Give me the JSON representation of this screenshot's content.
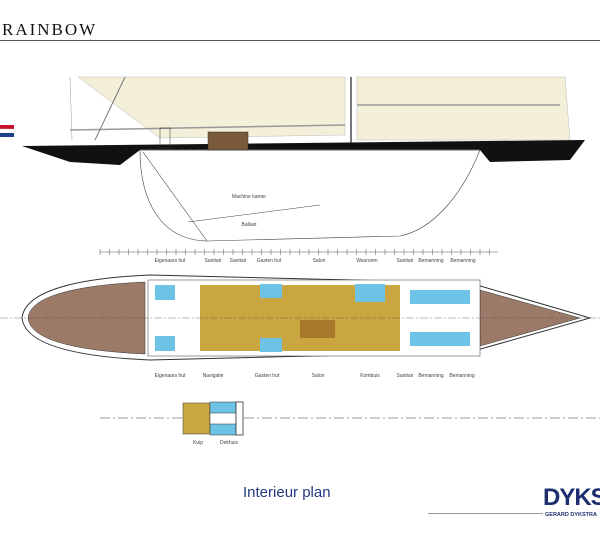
{
  "title": "RAINBOW",
  "profile_labels": {
    "engine_room": "Machine kamer",
    "ballast": "Ballast"
  },
  "upper_labels": [
    "Eigenaars hut",
    "Sanitair",
    "Sanitair",
    "Gasten hut",
    "Salon",
    "Wasroom",
    "Sanitair",
    "Bemanning",
    "Bemanning"
  ],
  "lower_labels": [
    "Eigenaars hut",
    "Navigatie",
    "Gasten hut",
    "Salon",
    "Kombuis",
    "Sanitair",
    "Bemanning",
    "Bemanning"
  ],
  "deck_labels": [
    "Kuip",
    "Dekhuis"
  ],
  "plan_title": "Interieur plan",
  "brand": {
    "logo": "DYKS",
    "subtitle": "GERARD DYKSTRA"
  },
  "colors": {
    "sail": "#f4efd8",
    "hull": "#111111",
    "wood": "#c9a640",
    "cabin": "#6cc3e6",
    "deck": "#9b7a68",
    "accent": "#223a80"
  }
}
